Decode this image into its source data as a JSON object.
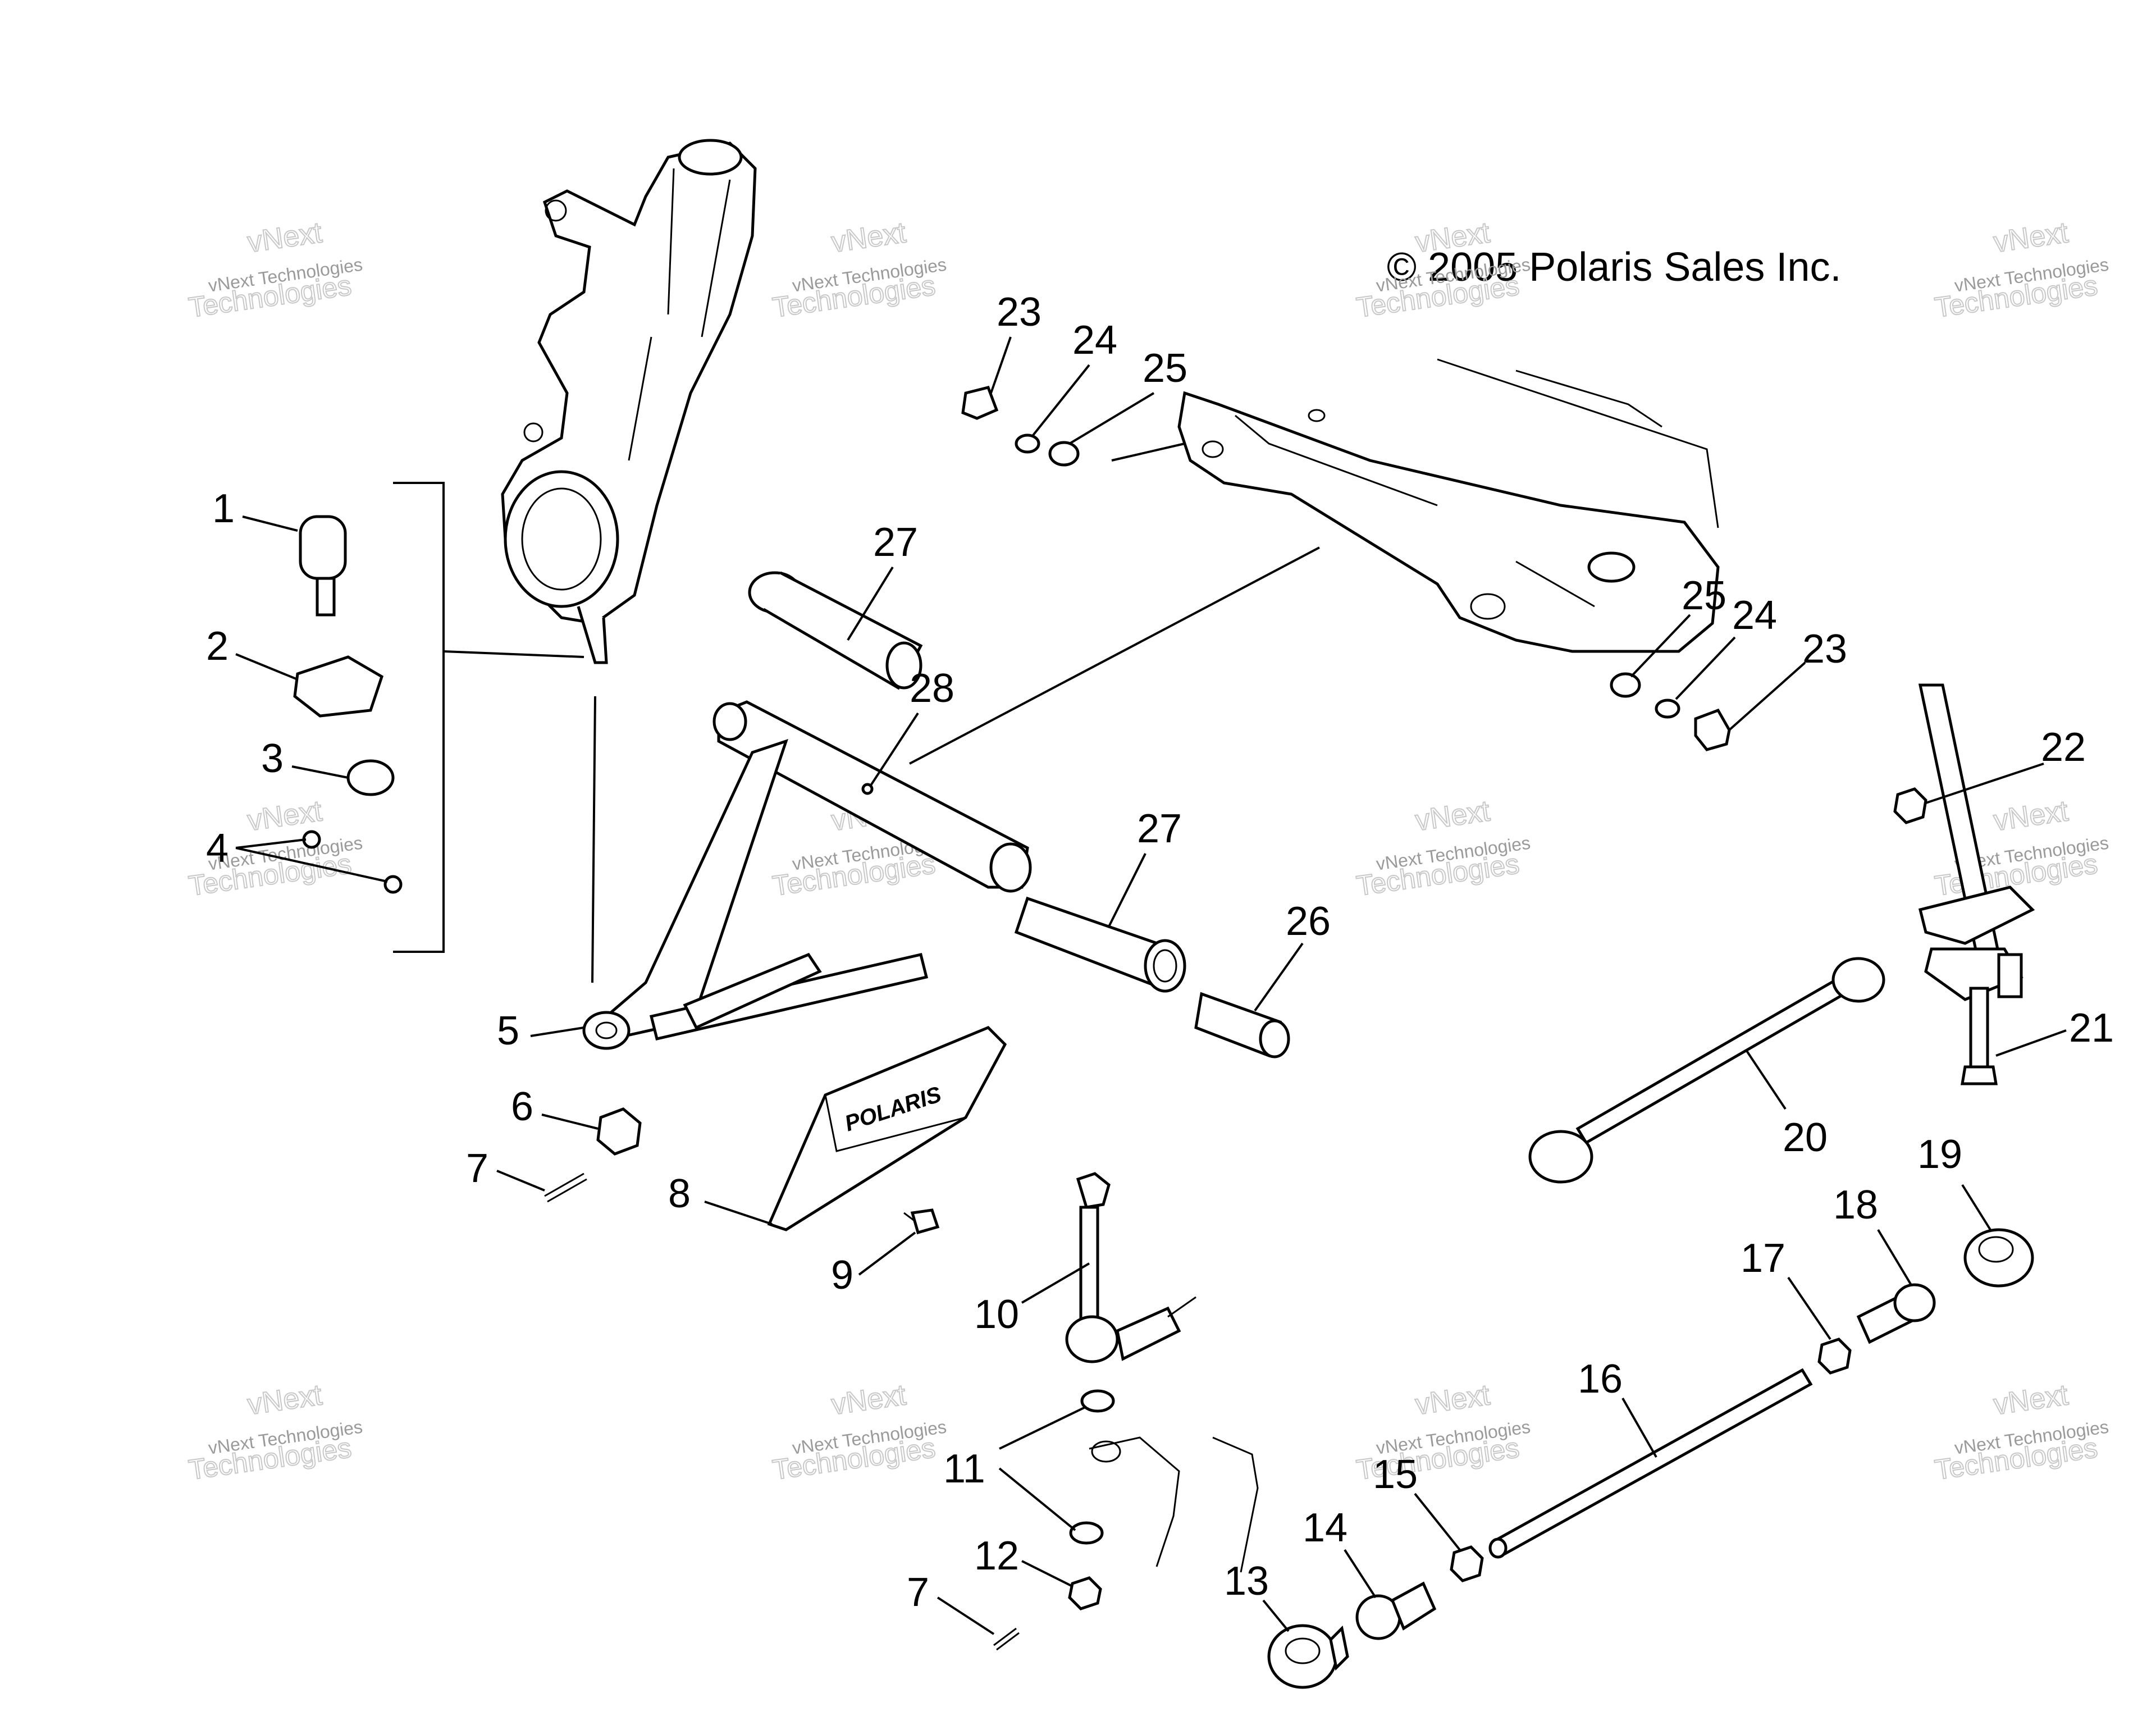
{
  "copyright": "© 2005 Polaris Sales Inc.",
  "watermark": {
    "line1": "vNext Technologies",
    "line2": "vNext",
    "line3": "Technologies"
  },
  "logo_text": "POLARIS",
  "callouts": [
    {
      "id": "1",
      "text": "1"
    },
    {
      "id": "2",
      "text": "2"
    },
    {
      "id": "3",
      "text": "3"
    },
    {
      "id": "4",
      "text": "4"
    },
    {
      "id": "5",
      "text": "5"
    },
    {
      "id": "6",
      "text": "6"
    },
    {
      "id": "7a",
      "text": "7"
    },
    {
      "id": "7b",
      "text": "7"
    },
    {
      "id": "8",
      "text": "8"
    },
    {
      "id": "9",
      "text": "9"
    },
    {
      "id": "10",
      "text": "10"
    },
    {
      "id": "11",
      "text": "11"
    },
    {
      "id": "12",
      "text": "12"
    },
    {
      "id": "13",
      "text": "13"
    },
    {
      "id": "14",
      "text": "14"
    },
    {
      "id": "15",
      "text": "15"
    },
    {
      "id": "16",
      "text": "16"
    },
    {
      "id": "17",
      "text": "17"
    },
    {
      "id": "18",
      "text": "18"
    },
    {
      "id": "19",
      "text": "19"
    },
    {
      "id": "20",
      "text": "20"
    },
    {
      "id": "21",
      "text": "21"
    },
    {
      "id": "22",
      "text": "22"
    },
    {
      "id": "23a",
      "text": "23"
    },
    {
      "id": "23b",
      "text": "23"
    },
    {
      "id": "24a",
      "text": "24"
    },
    {
      "id": "24b",
      "text": "24"
    },
    {
      "id": "25a",
      "text": "25"
    },
    {
      "id": "25b",
      "text": "25"
    },
    {
      "id": "26",
      "text": "26"
    },
    {
      "id": "27a",
      "text": "27"
    },
    {
      "id": "27b",
      "text": "27"
    },
    {
      "id": "28",
      "text": "28"
    }
  ]
}
